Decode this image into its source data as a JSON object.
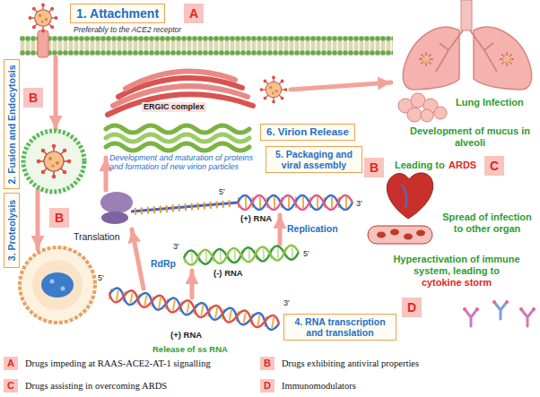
{
  "diagram": {
    "nodes": [
      {
        "text": [
          "1. Attachment"
        ]
      },
      {
        "text": [
          "A"
        ]
      },
      {
        "text": [
          "2. Fusion and Endocytosis"
        ]
      },
      {
        "text": [
          "B"
        ]
      },
      {
        "text": [
          "3. Proteolysis"
        ]
      },
      {
        "text": [
          "B"
        ]
      },
      {
        "text": [
          "6. Virion Release"
        ]
      },
      {
        "text": [
          "5. Packaging and viral assembly"
        ]
      },
      {
        "text": [
          "B"
        ]
      },
      {
        "text": [
          "4. RNA transcription and translation"
        ]
      },
      {
        "text": [
          "C"
        ]
      },
      {
        "text": [
          "D"
        ]
      }
    ],
    "labels": [
      "Preferably to the ACE2 receptor",
      "ERGIC complex",
      "Development and maturation of proteins and formation of new virion particles",
      "Lung Infection",
      "Development of mucus in alveoli",
      "Leading to",
      "ARDS",
      "5'",
      "3'",
      "(+) RNA",
      "Translation",
      "Replication",
      "RdRp",
      "3'",
      "(-) RNA",
      "5'",
      "5'",
      "(+) RNA",
      "3'",
      "Release of ss RNA",
      "Spread of infection to other organ",
      "Hyperactivation of immune system, leading to",
      "cytokine storm",
      "A",
      "B",
      "C",
      "D"
    ],
    "legend": [
      {
        "text": "Drugs impeding at RAAS-ACE2-AT-1 signalling",
        "color": "#f8c4bf"
      },
      {
        "text": "Drugs exhibiting antiviral properties",
        "color": "#f8c4bf"
      },
      {
        "text": "Drugs assisting in overcoming ARDS",
        "color": "#f8c4bf"
      },
      {
        "text": "Immunomodulators",
        "color": "#f8c4bf"
      }
    ]
  }
}
